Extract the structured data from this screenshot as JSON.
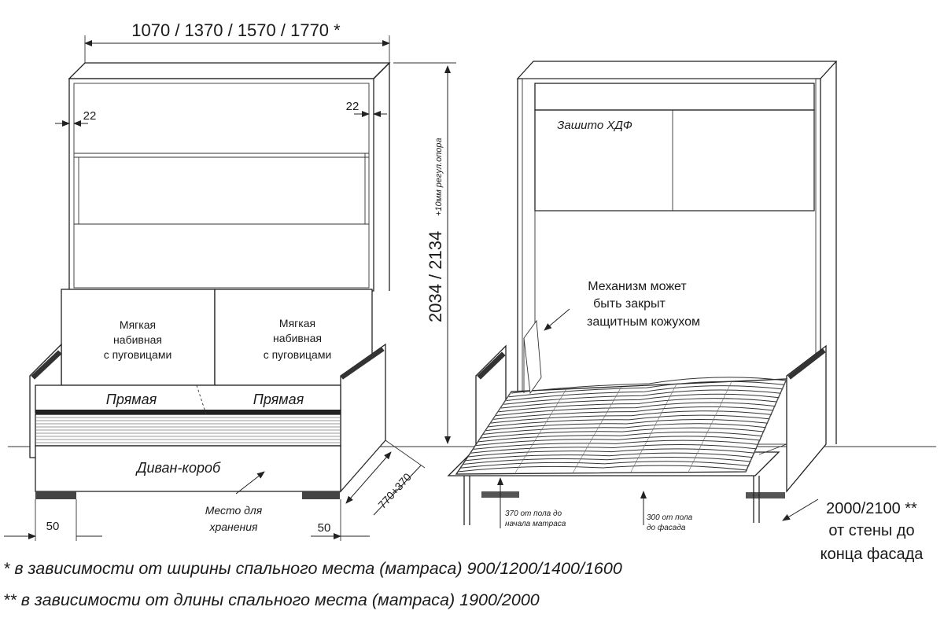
{
  "dimensions": {
    "top_width": "1070 / 1370 / 1570 / 1770 *",
    "height_main": "2034 / 2134",
    "height_note": "+10мм регул.опора",
    "left_gap": "22",
    "right_gap": "22",
    "depth": "770+370",
    "foot_left": "50",
    "foot_right": "50"
  },
  "left_view": {
    "cushion_left": [
      "Мягкая",
      "набивная",
      "с пуговицами"
    ],
    "cushion_right": [
      "Мягкая",
      "набивная",
      "с пуговицами"
    ],
    "seat_left": "Прямая",
    "seat_right": "Прямая",
    "box_label": "Диван-короб",
    "storage_label": [
      "Место для",
      "хранения"
    ]
  },
  "right_view": {
    "panel_label": "Зашито ХДФ",
    "mechanism_label": [
      "Механизм может",
      "быть закрыт",
      "защитным кожухом"
    ],
    "mattress_height": [
      "370 от пола до",
      "начала матраса"
    ],
    "facade_height": [
      "300 от пола",
      "до фасада"
    ],
    "length": [
      "2000/2100 **",
      "от стены до",
      "конца фасада"
    ]
  },
  "footnotes": {
    "note1": "* в зависимости от ширины спального места (матраса) 900/1200/1400/1600",
    "note2": "** в зависимости от длины спального места (матраса) 1900/2000"
  }
}
